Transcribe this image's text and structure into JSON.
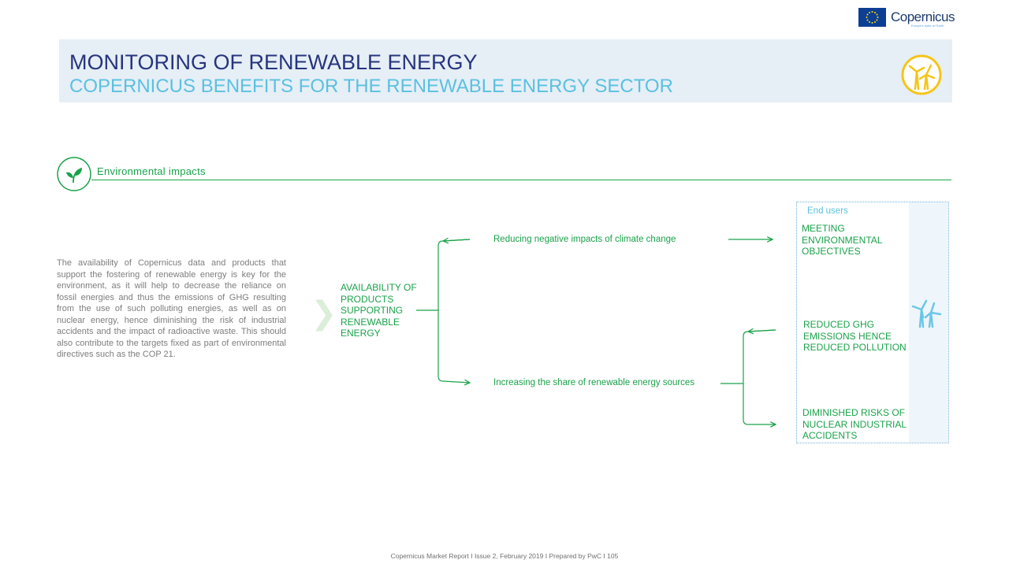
{
  "brand": {
    "logo_text": "Copernicus",
    "logo_tagline": "Europe's eyes on Earth"
  },
  "header": {
    "title": "MONITORING OF RENEWABLE ENERGY",
    "subtitle": "COPERNICUS BENEFITS FOR THE RENEWABLE ENERGY SECTOR",
    "icon": "wind-turbine-icon"
  },
  "section": {
    "icon": "leaf-icon",
    "title": "Environmental impacts"
  },
  "intro_text": "The availability of Copernicus data and products that support the fostering of renewable energy is key for the environment, as it will help to decrease the reliance on fossil energies and thus the emissions of GHG resulting from the use of such polluting energies, as well as on nuclear energy, hence diminishing the risk of industrial accidents and the impact of radioactive waste. This should also contribute to the targets fixed as part of environmental directives such as the COP 21.",
  "diagram": {
    "source": "AVAILABILITY OF PRODUCTS SUPPORTING RENEWABLE ENERGY",
    "branch_1": "Reducing negative impacts of climate change",
    "branch_2": "Increasing the share of renewable energy sources",
    "end_users_label": "End users",
    "outcomes": [
      "MEETING ENVIRONMENTAL OBJECTIVES",
      "REDUCED GHG EMISSIONS HENCE REDUCED POLLUTION",
      "DIMINISHED RISKS OF NUCLEAR INDUSTRIAL ACCIDENTS"
    ]
  },
  "colors": {
    "green": "#1aa24a",
    "navy": "#27357e",
    "light_blue": "#5ac1e0",
    "yellow": "#f5c518"
  },
  "footer": "Copernicus Market Report I Issue 2, February 2019 I Prepared by PwC I   105"
}
